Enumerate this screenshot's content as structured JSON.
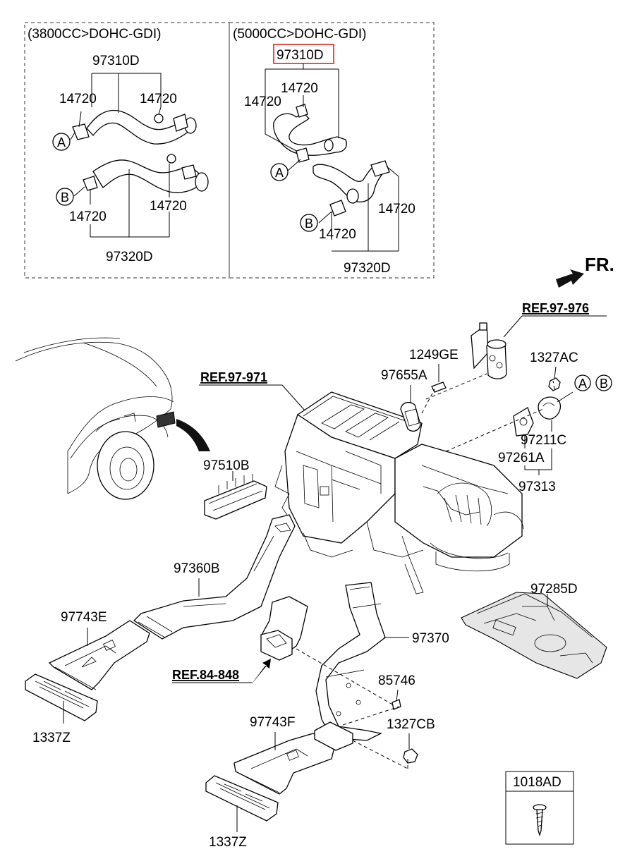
{
  "variants": {
    "left": "(3800CC>DOHC-GDI)",
    "right": "(5000CC>DOHC-GDI)"
  },
  "highlight_color": "#e0241c",
  "labels": {
    "l_97310D": "97310D",
    "l_14720_a": "14720",
    "l_14720_b": "14720",
    "l_14720_c": "14720",
    "l_14720_d": "14720",
    "l_97320D": "97320D",
    "r_97310D": "97310D",
    "r_14720_a": "14720",
    "r_14720_b": "14720",
    "r_14720_c": "14720",
    "r_14720_d": "14720",
    "r_97320D": "97320D",
    "p_1249GE": "1249GE",
    "p_97655A": "97655A",
    "p_1327AC": "1327AC",
    "p_97211C": "97211C",
    "p_97261A": "97261A",
    "p_97313": "97313",
    "p_97510B": "97510B",
    "p_97360B": "97360B",
    "p_97743E": "97743E",
    "p_1337Z_a": "1337Z",
    "p_97370": "97370",
    "p_85746": "85746",
    "p_1327CB": "1327CB",
    "p_97743F": "97743F",
    "p_1337Z_b": "1337Z",
    "p_97285D": "97285D",
    "p_1018AD": "1018AD"
  },
  "refs": {
    "ref_976": "REF.97-976",
    "ref_971": "REF.97-971",
    "ref_848": "REF.84-848"
  },
  "direction": "FR.",
  "connectors": {
    "A": "A",
    "B": "B"
  }
}
